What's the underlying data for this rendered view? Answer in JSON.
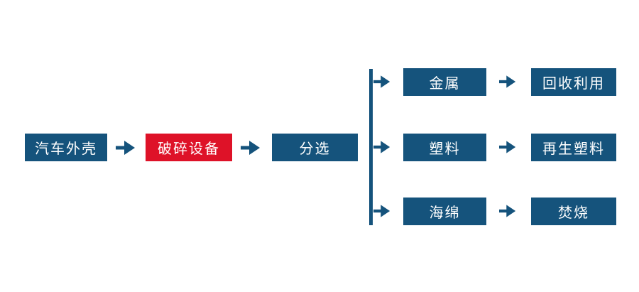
{
  "page": {
    "background": "#ffffff"
  },
  "colors": {
    "primary_blue": "#15537c",
    "highlight_red": "#de1228",
    "arrow_blue": "#15537c",
    "connector_blue": "#15537c",
    "box_text": "#ffffff"
  },
  "icons": {
    "arrow_right_icon": "→"
  },
  "flow": {
    "main_nodes": [
      {
        "id": "car-shell",
        "label": "汽车外壳",
        "color": "blue"
      },
      {
        "id": "crusher",
        "label": "破碎设备",
        "color": "red"
      },
      {
        "id": "sorting",
        "label": "分选",
        "color": "blue"
      }
    ],
    "branches": [
      {
        "material": "金属",
        "outcome": "回收利用"
      },
      {
        "material": "塑料",
        "outcome": "再生塑料"
      },
      {
        "material": "海绵",
        "outcome": "焚烧"
      }
    ]
  }
}
